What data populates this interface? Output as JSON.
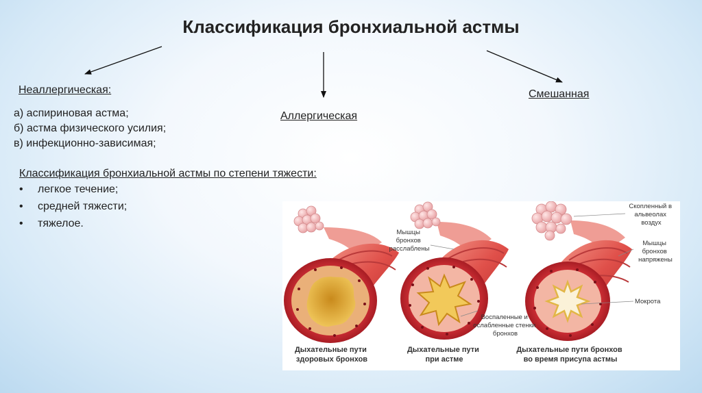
{
  "title": "Классификация бронхиальной астмы",
  "branches": {
    "nonallergic": {
      "label": "Неаллергическая:",
      "items": [
        "а) аспириновая астма;",
        "б) астма физического усилия;",
        "в) инфекционно-зависимая;"
      ]
    },
    "allergic": {
      "label": "Аллергическая"
    },
    "mixed": {
      "label": "Смешанная"
    }
  },
  "severity": {
    "heading": "Классификация бронхиальной астмы по степени тяжести:",
    "items": [
      "легкое течение;",
      "средней тяжести;",
      "тяжелое."
    ]
  },
  "figure": {
    "captions": [
      [
        "Дыхательные пути",
        "здоровых бронхов"
      ],
      [
        "Дыхательные пути",
        "при астме"
      ],
      [
        "Дыхательные пути бронхов",
        "во время присупа астмы"
      ]
    ],
    "notes": {
      "relaxed": [
        "Мышцы",
        "бронхов",
        "расслаблены"
      ],
      "inflamed": [
        "Воспаленные и",
        "ослабленные стенки",
        "бронхов"
      ],
      "trapped_air": [
        "Скопленный в",
        "альвеолах",
        "воздух"
      ],
      "tense": [
        "Мышцы",
        "бронхов",
        "напряжены"
      ],
      "mucus": [
        "Мокрота"
      ]
    }
  }
}
